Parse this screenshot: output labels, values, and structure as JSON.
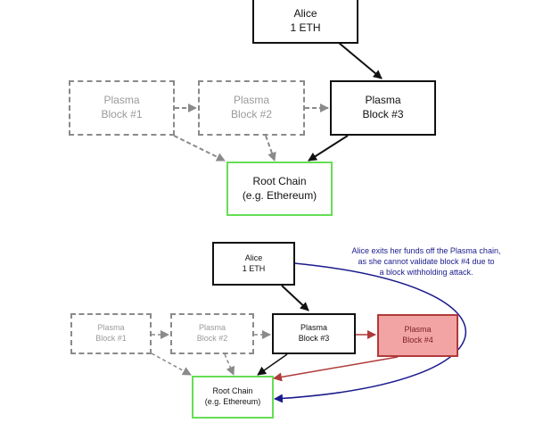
{
  "diagram_top": {
    "alice": {
      "line1": "Alice",
      "line2": "1 ETH"
    },
    "block1": {
      "line1": "Plasma",
      "line2": "Block #1"
    },
    "block2": {
      "line1": "Plasma",
      "line2": "Block #2"
    },
    "block3": {
      "line1": "Plasma",
      "line2": "Block #3"
    },
    "root": {
      "line1": "Root Chain",
      "line2": "(e.g. Ethereum)"
    }
  },
  "diagram_bottom": {
    "alice": {
      "line1": "Alice",
      "line2": "1 ETH"
    },
    "block1": {
      "line1": "Plasma",
      "line2": "Block #1"
    },
    "block2": {
      "line1": "Plasma",
      "line2": "Block #2"
    },
    "block3": {
      "line1": "Plasma",
      "line2": "Block #3"
    },
    "block4": {
      "line1": "Plasma",
      "line2": "Block #4"
    },
    "root": {
      "line1": "Root Chain",
      "line2": "(e.g. Ethereum)"
    },
    "note": {
      "line1": "Alice exits her funds off the Plasma chain,",
      "line2": "as she cannot validate block #4 due to",
      "line3": "a block withholding attack."
    }
  },
  "colors": {
    "solid": "#111111",
    "dashed": "#8a8a8a",
    "root_border": "#66dd55",
    "withheld_fill": "#f2a4a4",
    "withheld_arrow": "#b03a3a",
    "exit_arrow": "#1a1a8c"
  }
}
